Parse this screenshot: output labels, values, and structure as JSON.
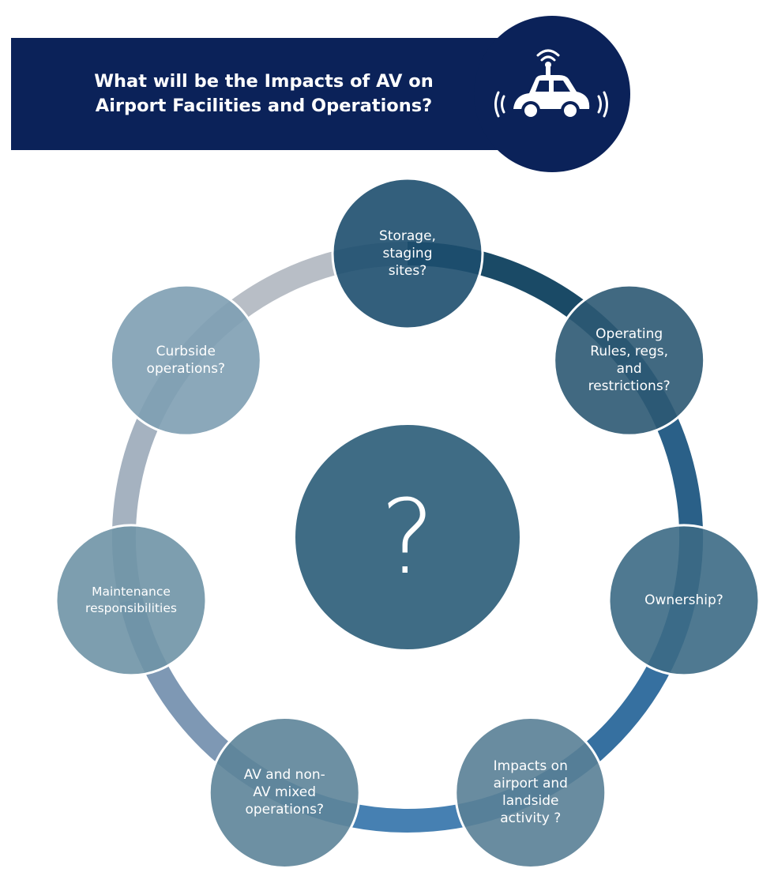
{
  "header": {
    "title": "What will be the Impacts of AV on Airport Facilities and Operations?",
    "icon": "autonomous-car-icon"
  },
  "diagram": {
    "center_label": "?",
    "nodes": [
      {
        "id": "storage",
        "label": "Storage,\nstaging\nsites?",
        "color": "#1d4e6e"
      },
      {
        "id": "operating-rules",
        "label": "Operating\nRules, regs,\nand\nrestrictions?",
        "color": "#2c5973"
      },
      {
        "id": "ownership",
        "label": "Ownership?",
        "color": "#3c6a85"
      },
      {
        "id": "impacts",
        "label": "Impacts on\nairport and\nlandside\nactivity ?",
        "color": "#597f96"
      },
      {
        "id": "mixed-operations",
        "label": "AV and non-\nAV mixed\noperations?",
        "color": "#5d8499"
      },
      {
        "id": "maintenance",
        "label": "Maintenance\nresponsibilities",
        "color": "#6f93a6"
      },
      {
        "id": "curbside",
        "label": "Curbside\noperations?",
        "color": "#7e9fb2"
      }
    ],
    "colors": {
      "center": "#3f6c85",
      "ring_segments": [
        "#1a4a66",
        "#2a6088",
        "#3670a0",
        "#4680b2",
        "#7e98b4",
        "#a5b2c0",
        "#b8bec6"
      ]
    }
  }
}
